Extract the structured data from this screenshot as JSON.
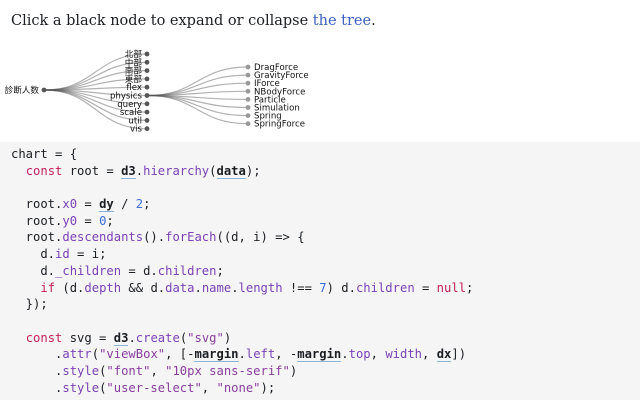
{
  "intro": {
    "prefix": "Click a black node to expand or collapse ",
    "link": "the tree",
    "suffix": "."
  },
  "tree": {
    "root": "診断人数",
    "children": [
      "北部",
      "中部",
      "南部",
      "東部",
      "flex",
      "physics",
      "query",
      "scale",
      "util",
      "vis"
    ],
    "expanded_child": "physics",
    "grandchildren": [
      "DragForce",
      "GravityForce",
      "IForce",
      "NBodyForce",
      "Particle",
      "Simulation",
      "Spring",
      "SpringForce"
    ]
  },
  "code": {
    "lines": [
      [
        [
          "var",
          "chart = {"
        ]
      ],
      [
        [
          "var",
          "  "
        ],
        [
          "kw",
          "const"
        ],
        [
          "var",
          " root = "
        ],
        [
          "ref",
          "d3"
        ],
        [
          "var",
          "."
        ],
        [
          "fn",
          "hierarchy"
        ],
        [
          "var",
          "("
        ],
        [
          "ref",
          "data"
        ],
        [
          "var",
          ");"
        ]
      ],
      [],
      [
        [
          "var",
          "  root."
        ],
        [
          "prop",
          "x0"
        ],
        [
          "var",
          " = "
        ],
        [
          "ref",
          "dy"
        ],
        [
          "var",
          " / "
        ],
        [
          "num",
          "2"
        ],
        [
          "var",
          ";"
        ]
      ],
      [
        [
          "var",
          "  root."
        ],
        [
          "prop",
          "y0"
        ],
        [
          "var",
          " = "
        ],
        [
          "num",
          "0"
        ],
        [
          "var",
          ";"
        ]
      ],
      [
        [
          "var",
          "  root."
        ],
        [
          "fn",
          "descendants"
        ],
        [
          "var",
          "()."
        ],
        [
          "fn",
          "forEach"
        ],
        [
          "var",
          "((d, i) => {"
        ]
      ],
      [
        [
          "var",
          "    d."
        ],
        [
          "prop",
          "id"
        ],
        [
          "var",
          " = i;"
        ]
      ],
      [
        [
          "var",
          "    d."
        ],
        [
          "prop",
          "_children"
        ],
        [
          "var",
          " = d."
        ],
        [
          "prop",
          "children"
        ],
        [
          "var",
          ";"
        ]
      ],
      [
        [
          "var",
          "    "
        ],
        [
          "kw",
          "if"
        ],
        [
          "var",
          " (d."
        ],
        [
          "prop",
          "depth"
        ],
        [
          "var",
          " && d."
        ],
        [
          "prop",
          "data"
        ],
        [
          "var",
          "."
        ],
        [
          "prop",
          "name"
        ],
        [
          "var",
          "."
        ],
        [
          "prop",
          "length"
        ],
        [
          "var",
          " !== "
        ],
        [
          "num",
          "7"
        ],
        [
          "var",
          ") d."
        ],
        [
          "prop",
          "children"
        ],
        [
          "var",
          " = "
        ],
        [
          "kw",
          "null"
        ],
        [
          "var",
          ";"
        ]
      ],
      [
        [
          "var",
          "  });"
        ]
      ],
      [],
      [
        [
          "var",
          "  "
        ],
        [
          "kw",
          "const"
        ],
        [
          "var",
          " svg = "
        ],
        [
          "ref",
          "d3"
        ],
        [
          "var",
          "."
        ],
        [
          "fn",
          "create"
        ],
        [
          "var",
          "("
        ],
        [
          "str",
          "\"svg\""
        ],
        [
          "var",
          ")"
        ]
      ],
      [
        [
          "var",
          "      ."
        ],
        [
          "fn",
          "attr"
        ],
        [
          "var",
          "("
        ],
        [
          "str",
          "\"viewBox\""
        ],
        [
          "var",
          ", [-"
        ],
        [
          "ref",
          "margin"
        ],
        [
          "var",
          "."
        ],
        [
          "prop",
          "left"
        ],
        [
          "var",
          ", -"
        ],
        [
          "ref",
          "margin"
        ],
        [
          "var",
          "."
        ],
        [
          "prop",
          "top"
        ],
        [
          "var",
          ", "
        ],
        [
          "prop",
          "width"
        ],
        [
          "var",
          ", "
        ],
        [
          "ref",
          "dx"
        ],
        [
          "var",
          "])"
        ]
      ],
      [
        [
          "var",
          "      ."
        ],
        [
          "fn",
          "style"
        ],
        [
          "var",
          "("
        ],
        [
          "str",
          "\"font\""
        ],
        [
          "var",
          ", "
        ],
        [
          "str",
          "\"10px sans-serif\""
        ],
        [
          "var",
          ")"
        ]
      ],
      [
        [
          "var",
          "      ."
        ],
        [
          "fn",
          "style"
        ],
        [
          "var",
          "("
        ],
        [
          "str",
          "\"user-select\""
        ],
        [
          "var",
          ", "
        ],
        [
          "str",
          "\"none\""
        ],
        [
          "var",
          ");"
        ]
      ]
    ]
  }
}
